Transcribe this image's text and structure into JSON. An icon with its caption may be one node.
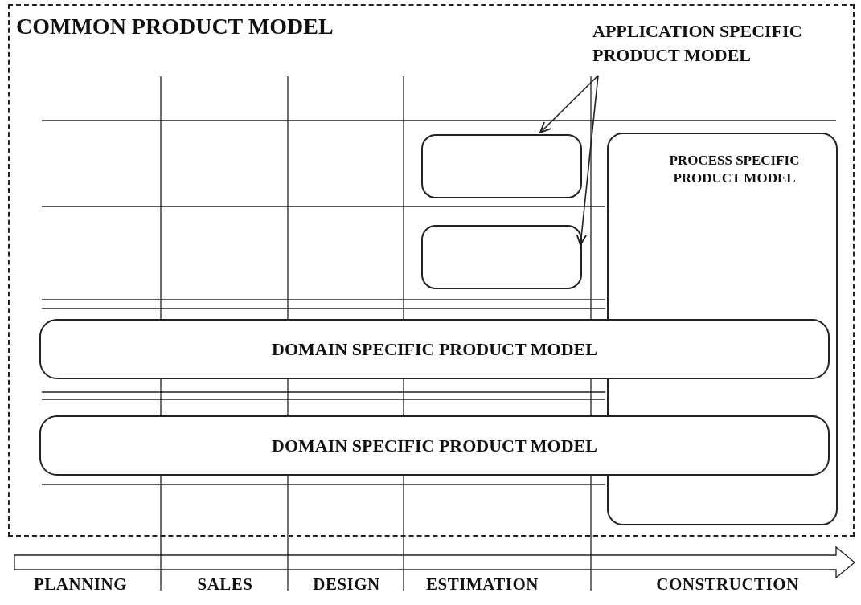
{
  "diagram": {
    "nodes": [
      {
        "text": [
          "COMMON PRODUCT MODEL"
        ]
      },
      {
        "text": [
          "APPLICATION SPECIFIC PRODUCT MODEL"
        ],
        "in": 0
      },
      {
        "text": [],
        "shape": "box",
        "in": 0
      },
      {
        "text": [],
        "shape": "box",
        "in": 0
      },
      {
        "text": [
          "PROCESS SPECIFIC PRODUCT MODEL"
        ],
        "in": 0
      },
      {
        "text": [
          "DOMAIN SPECIFIC PRODUCT MODEL"
        ],
        "in": 0
      },
      {
        "text": [
          "DOMAIN SPECIFIC PRODUCT MODEL"
        ],
        "in": 0
      }
    ],
    "edges": [
      {
        "from": 1,
        "to": 2,
        "arrow": "to"
      },
      {
        "from": 1,
        "to": 3,
        "arrow": "to"
      }
    ],
    "labels": [
      "PLANNING",
      "SALES",
      "DESIGN",
      "ESTIMATION",
      "CONSTRUCTION"
    ]
  }
}
